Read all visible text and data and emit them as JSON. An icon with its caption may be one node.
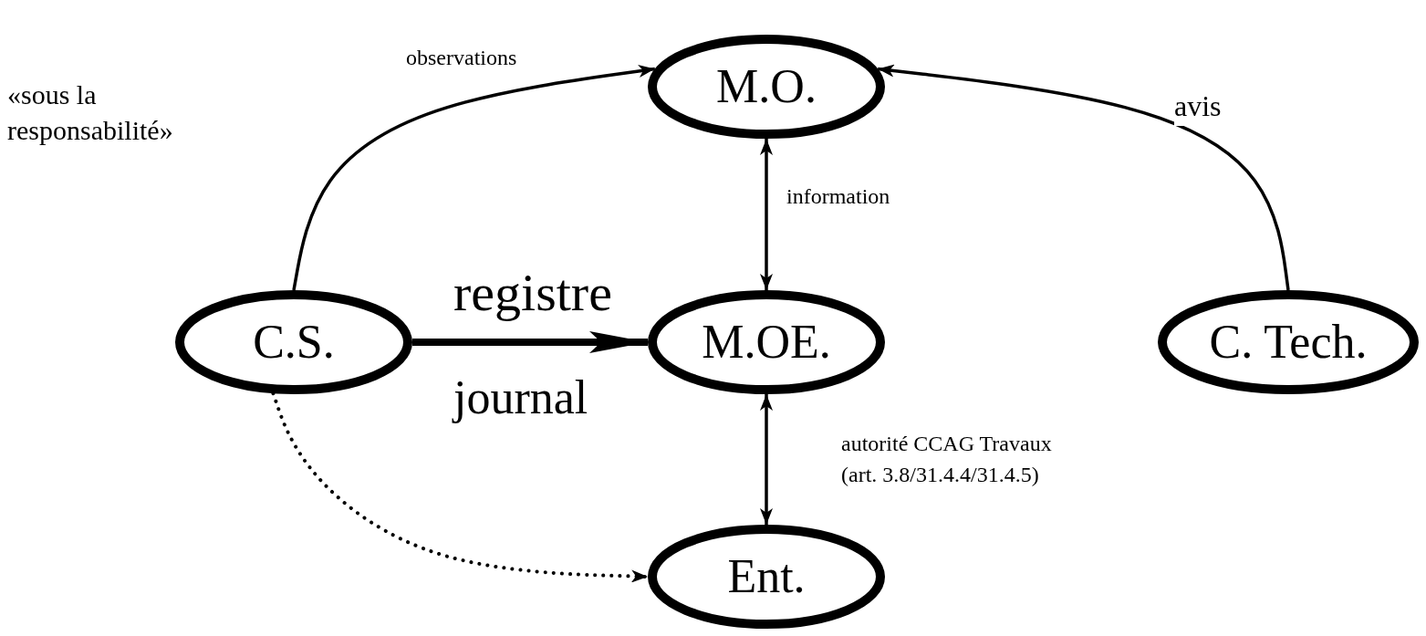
{
  "diagram": {
    "nodes": [
      {
        "text": [
          "M.O."
        ]
      },
      {
        "text": [
          "C.S."
        ]
      },
      {
        "text": [
          "M.OE."
        ]
      },
      {
        "text": [
          "C. Tech."
        ]
      },
      {
        "text": [
          "Ent."
        ]
      }
    ],
    "edges": [
      {
        "from": 1,
        "to": 0,
        "arrow": "to",
        "label": "observations"
      },
      {
        "from": 3,
        "to": 0,
        "arrow": "to",
        "label": "avis"
      },
      {
        "from": 0,
        "to": 2,
        "arrow": "both",
        "label": "information"
      },
      {
        "from": 1,
        "to": 2,
        "arrow": "to",
        "label": "registre",
        "style": "thick"
      },
      {
        "from": 2,
        "to": 4,
        "arrow": "both",
        "label": "autorité CCAG Travaux (art. 3.8/31.4.4/31.4.5)"
      },
      {
        "from": 1,
        "to": 4,
        "arrow": "to",
        "style": "dashed"
      }
    ],
    "labels": [
      "«sous la responsabilité»",
      "journal"
    ]
  }
}
